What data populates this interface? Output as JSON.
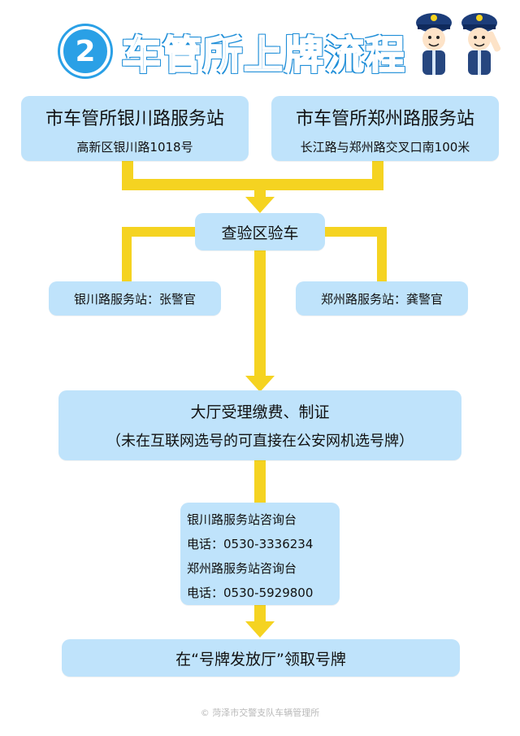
{
  "title": {
    "number": "2",
    "text": "车管所上牌流程"
  },
  "stations": [
    {
      "name": "市车管所银川路服务站",
      "address": "高新区银川路1018号"
    },
    {
      "name": "市车管所郑州路服务站",
      "address": "长江路与郑州路交叉口南100米"
    }
  ],
  "inspection": {
    "label": "查验区验车"
  },
  "officers": [
    {
      "label": "银川路服务站：张警官"
    },
    {
      "label": "郑州路服务站：龚警官"
    }
  ],
  "hall": {
    "line1": "大厅受理缴费、制证",
    "line2": "（未在互联网选号的可直接在公安网机选号牌）"
  },
  "contacts": {
    "line1": "银川路服务站咨询台",
    "line2": "电话：0530-3336234",
    "line3": "郑州路服务站咨询台",
    "line4": "电话：0530-5929800"
  },
  "final": {
    "label": "在“号牌发放厅”领取号牌"
  },
  "footer": {
    "text": "© 菏泽市交警支队车辆管理所"
  },
  "colors": {
    "box": "#bfe3fb",
    "connector": "#f5d321",
    "title": "#1f8ed8"
  },
  "icons": [
    "police-officer-icon",
    "police-officer-icon"
  ]
}
